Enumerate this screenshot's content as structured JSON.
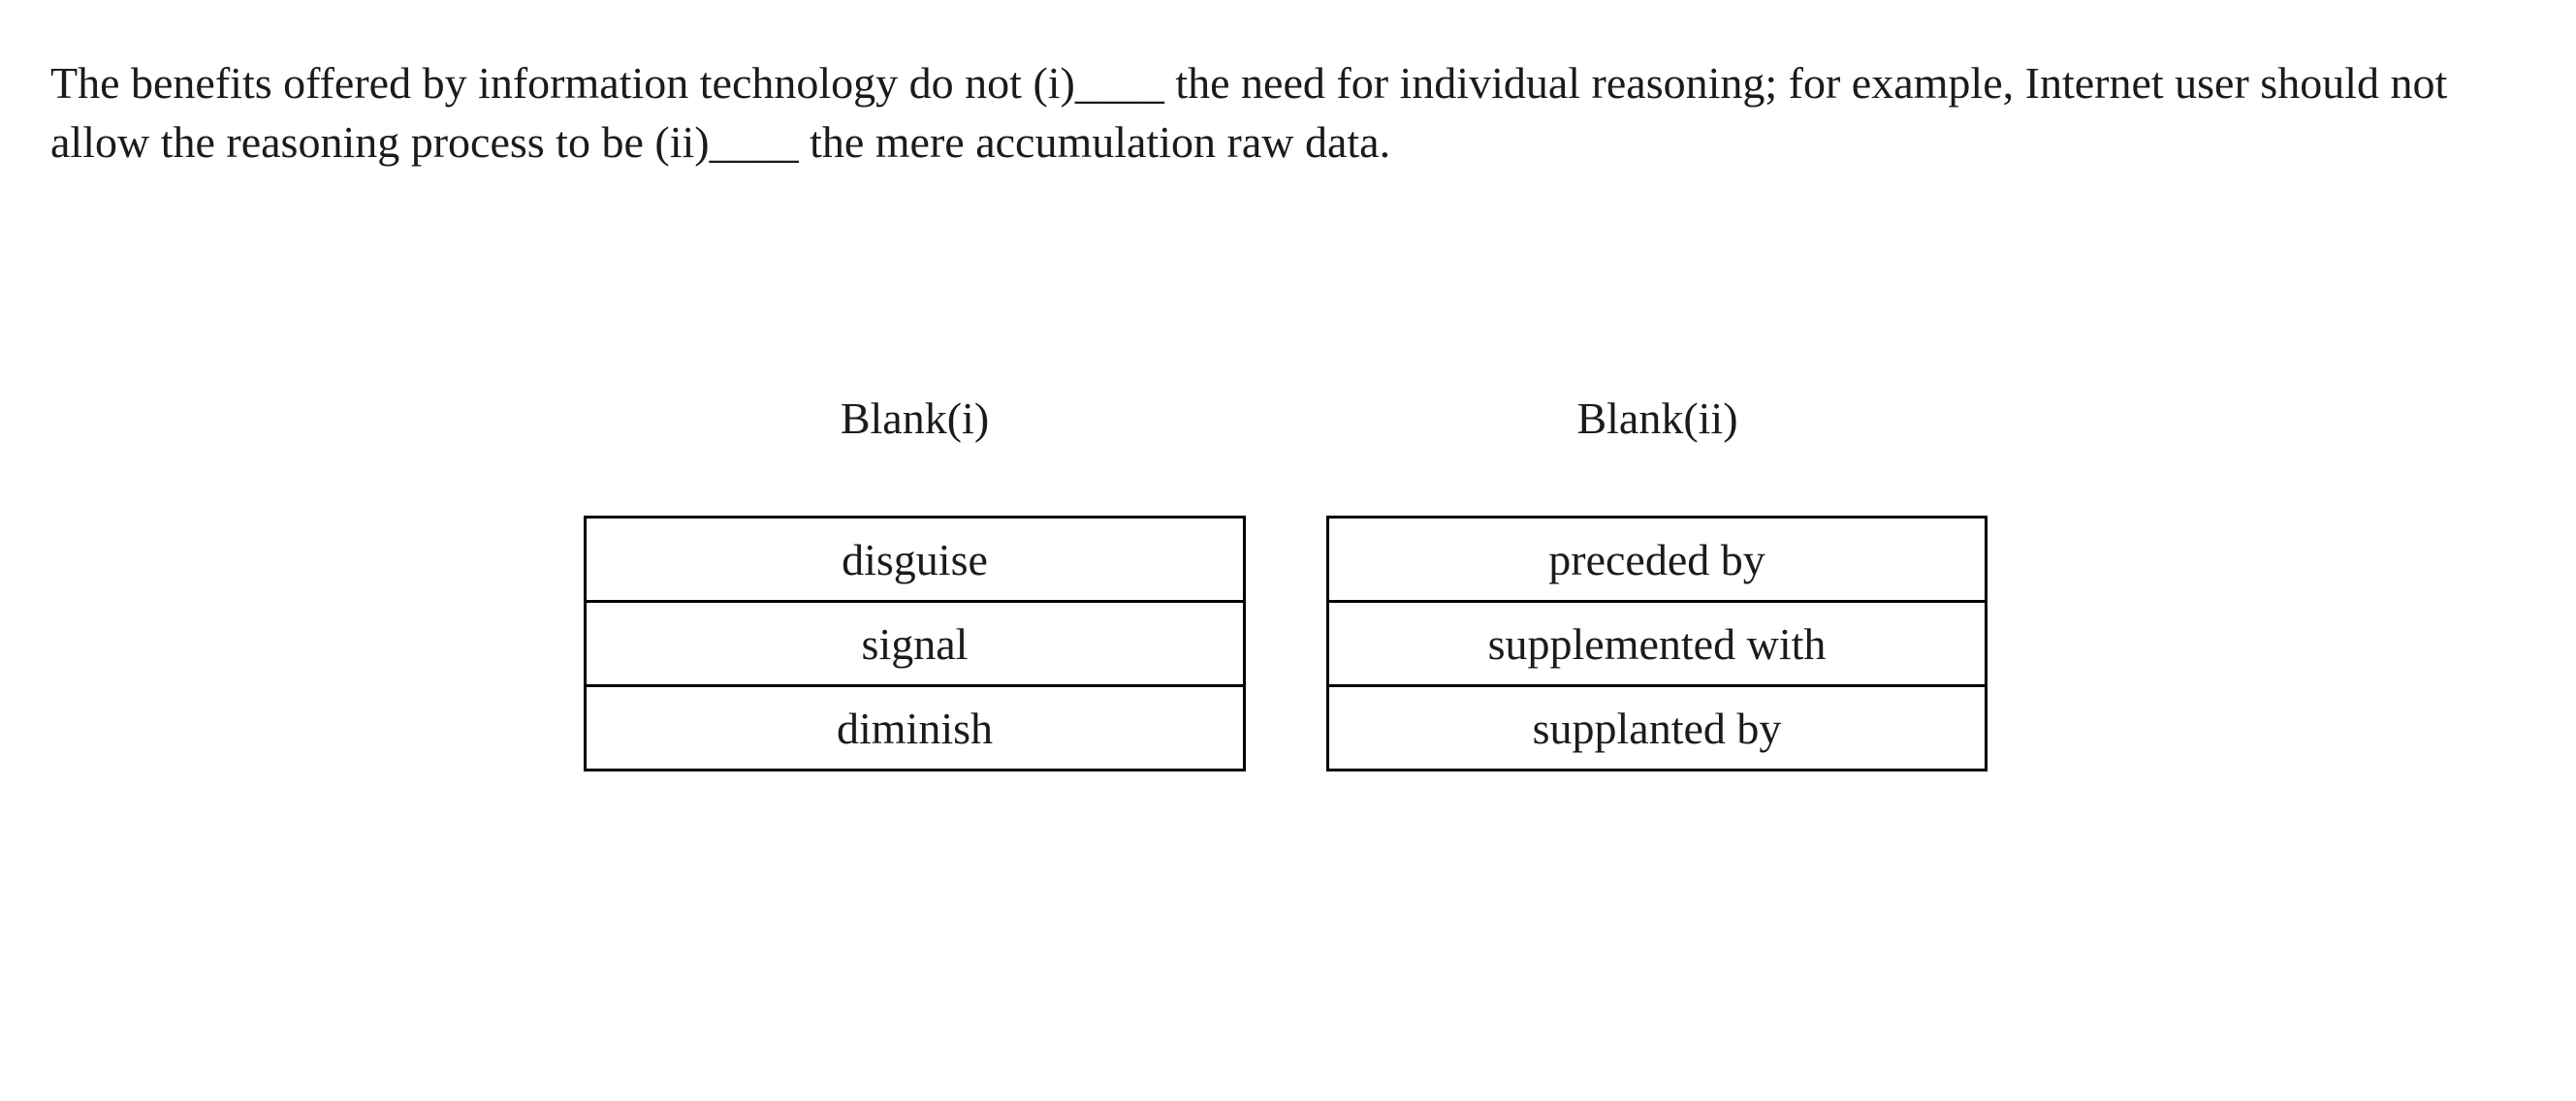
{
  "question": {
    "lines": [
      "The benefits offered by information technology do not (i)____ the need for individual reasoning; for example, Internet user should not",
      "allow the reasoning process to be (ii)____ the mere accumulation raw data."
    ]
  },
  "blanks": [
    {
      "label": "Blank(i)",
      "options": [
        "disguise",
        "signal",
        "diminish"
      ]
    },
    {
      "label": "Blank(ii)",
      "options": [
        "preceded by",
        "supplemented with",
        "supplanted by"
      ]
    }
  ],
  "colors": {
    "text": "#1b1b1b",
    "border": "#000000",
    "background": "#ffffff"
  }
}
